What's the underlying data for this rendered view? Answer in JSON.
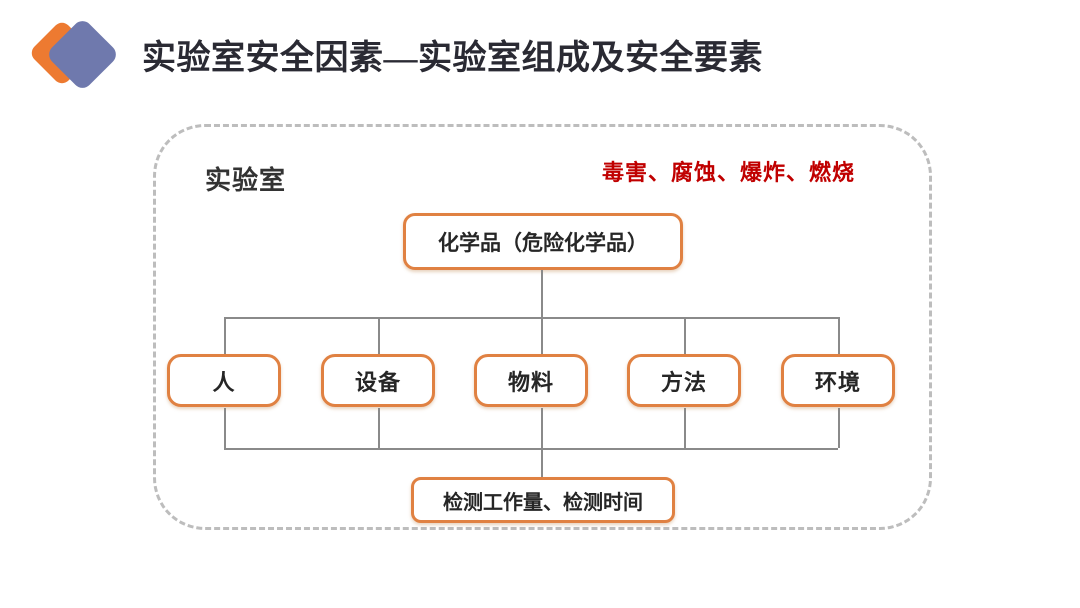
{
  "header": {
    "title": "实验室安全因素—实验室组成及安全要素",
    "title_color": "#2A2A33",
    "logo": {
      "back_diamond_color": "#ED7A31",
      "front_diamond_color": "#6F79AD"
    }
  },
  "diagram": {
    "container_label": "实验室",
    "hazards_text": "毒害、腐蚀、爆炸、燃烧",
    "hazards_color": "#C00000",
    "root_box": "化学品（危险化学品）",
    "factor_boxes": [
      "人",
      "设备",
      "物料",
      "方法",
      "环境"
    ],
    "bottom_box": "检测工作量、检测时间",
    "box_border_color": "#E08142",
    "connector_color": "#8A8A8A",
    "dashed_border_color": "#BDBDBD"
  }
}
